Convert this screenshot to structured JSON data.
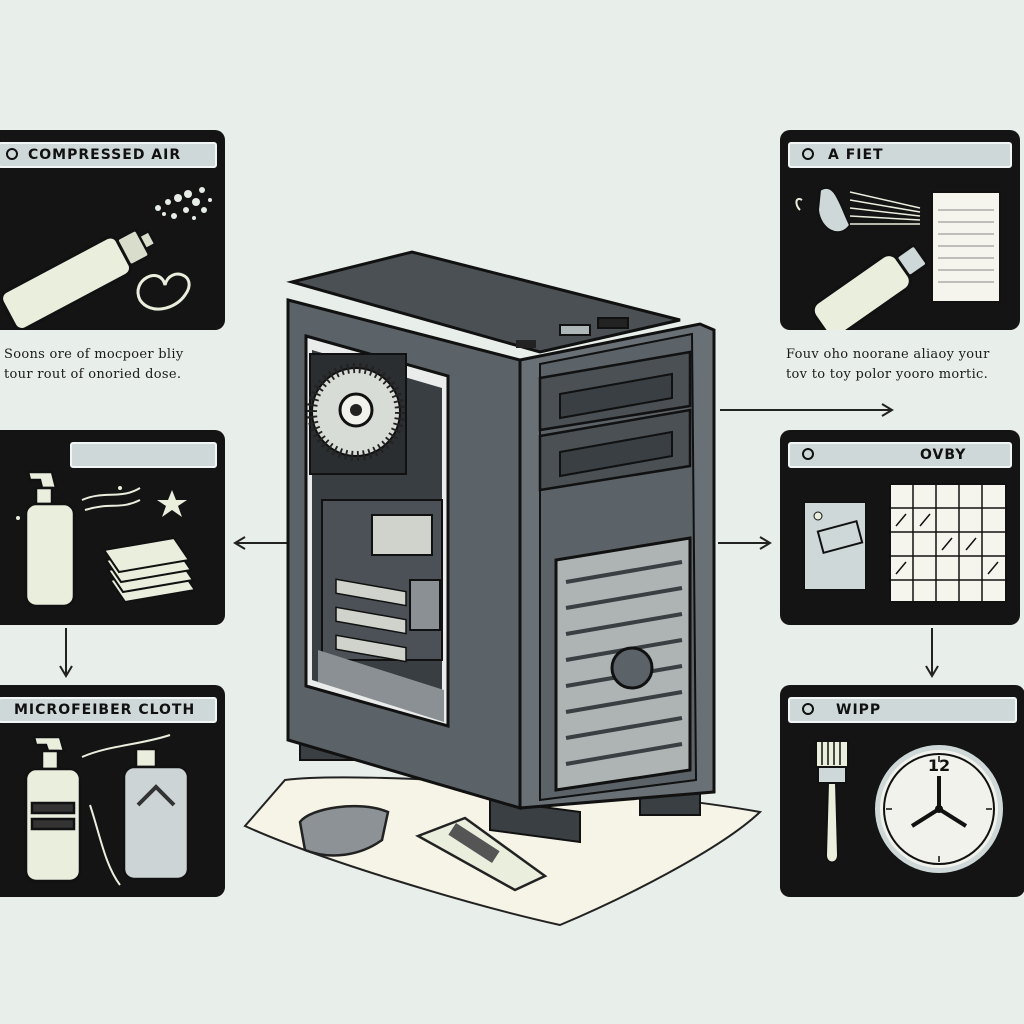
{
  "panels": {
    "top_left": {
      "header": "COMPRESSED AIR"
    },
    "top_right": {
      "header": "A FIET"
    },
    "middle_left": {
      "header": ""
    },
    "middle_right": {
      "header": "OVBY"
    },
    "bottom_left": {
      "header": "MICROFEIBER CLOTH"
    },
    "bottom_right": {
      "header": "WIPP"
    }
  },
  "captions": {
    "left": {
      "line1": "Soons ore of mocpoer bliy",
      "line2": "tour rout of onoried dose."
    },
    "right": {
      "line1": "Fouv oho noorane aliaoy your",
      "line2": "tov to toy polor yooro mortic."
    }
  },
  "clock": {
    "number": "12"
  },
  "colors": {
    "panel_bg": "#141414",
    "header_bg": "#cfd8d8",
    "tower_body": "#5c6368",
    "background": "#e8eeea"
  }
}
